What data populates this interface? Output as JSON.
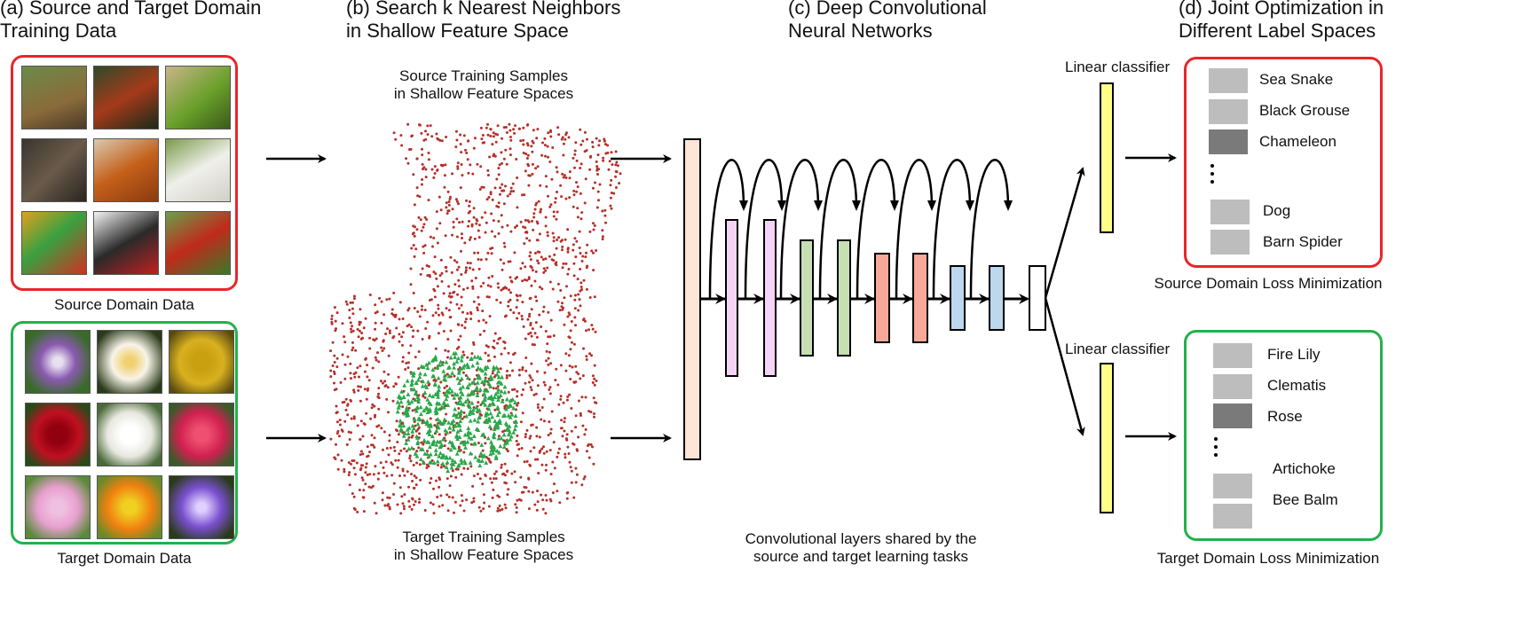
{
  "headers": {
    "a": [
      "(a) Source and Target Domain",
      "Training Data"
    ],
    "b": [
      "(b) Search k Nearest Neighbors",
      "in Shallow Feature Space"
    ],
    "c": [
      "(c) Deep Convolutional",
      "Neural Networks"
    ],
    "d": [
      "(d) Joint Optimization in",
      "Different Label Spaces"
    ]
  },
  "captions": {
    "source_domain": "Source Domain Data",
    "target_domain": "Target Domain Data",
    "source_samples": [
      "Source Training Samples",
      "in Shallow Feature Spaces"
    ],
    "target_samples": [
      "Target Training Samples",
      "in Shallow Feature Spaces"
    ],
    "conv_shared": [
      "Convolutional layers shared by the",
      "source and target learning tasks"
    ],
    "source_loss": "Source Domain Loss Minimization",
    "target_loss": "Target Domain Loss Minimization",
    "linear_classifier_top": "Linear classifier",
    "linear_classifier_bottom": "Linear classifier"
  },
  "source_labels": [
    "Sea Snake",
    "Black Grouse",
    "Chameleon",
    "Dog",
    "Barn Spider"
  ],
  "target_labels": [
    "Fire Lily",
    "Clematis",
    "Rose",
    "Artichoke",
    "Bee Balm"
  ],
  "colors": {
    "source_border": "#e8262a",
    "target_border": "#22b14c",
    "source_points": "#b5302a",
    "target_points": "#2aa84a",
    "input_layer": "#fde5d8",
    "conv_purple": "#f5d3f7",
    "conv_green": "#c6e0b4",
    "conv_red": "#f7a898",
    "conv_blue": "#bdd7ee",
    "classifier": "#ffff88"
  },
  "icons": {
    "source_thumbs": [
      "carp-photo",
      "rooster-photo",
      "lizard-photo",
      "spider-photo",
      "crab-photo",
      "dog-photo",
      "comic-photo",
      "toolbox-photo",
      "mower-photo"
    ],
    "target_thumbs": [
      "passion-flower-photo",
      "plumeria-photo",
      "marigold-photo",
      "rose-photo",
      "white-flower-photo",
      "bee-balm-photo",
      "lily-photo",
      "canna-photo",
      "clematis-photo"
    ]
  }
}
